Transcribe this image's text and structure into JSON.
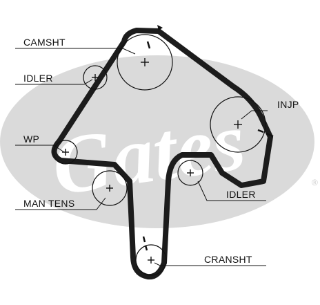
{
  "watermark": {
    "text": "Gates",
    "registered_mark": "®",
    "color": "#dadada"
  },
  "belt_color": "#1c1c1c",
  "labels": {
    "camshaft": "CAMSHT",
    "idler_top": "IDLER",
    "injection_pump": "INJP",
    "water_pump": "WP",
    "idler_right": "IDLER",
    "manual_tensioner": "MAN TENS",
    "crankshaft": "CRANSHT"
  }
}
